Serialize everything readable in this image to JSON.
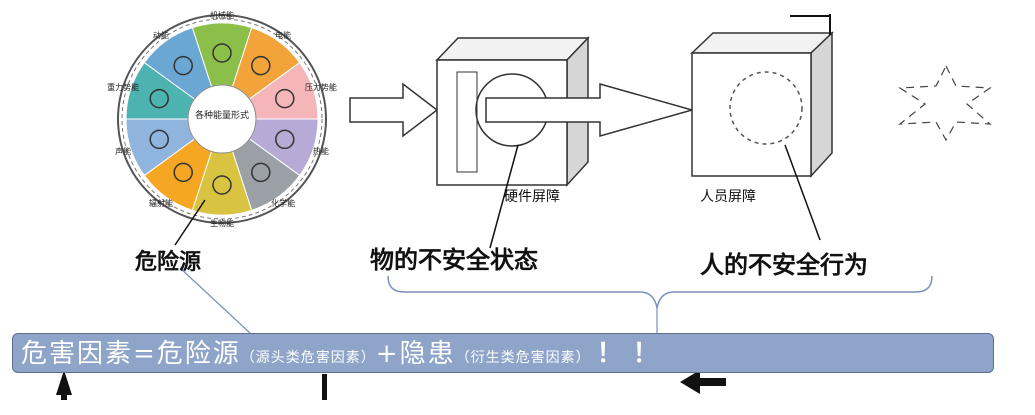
{
  "wheel": {
    "center": "各种能量形式",
    "segments": [
      {
        "label": "机械能",
        "color": "#8bbf4a"
      },
      {
        "label": "电能",
        "color": "#f2a33a"
      },
      {
        "label": "压力势能",
        "color": "#f4b6b8"
      },
      {
        "label": "热能",
        "color": "#b8aad6"
      },
      {
        "label": "化学能",
        "color": "#9aa0a6"
      },
      {
        "label": "生物能",
        "color": "#d9c441"
      },
      {
        "label": "辐射能",
        "color": "#f5a623"
      },
      {
        "label": "声能",
        "color": "#8fb5df"
      },
      {
        "label": "重力势能",
        "color": "#4cb3b0"
      },
      {
        "label": "动能",
        "color": "#6aa7d3"
      }
    ]
  },
  "labels": {
    "hazard_source": "危险源",
    "hardware_barrier": "硬件屏障",
    "human_barrier": "人员屏障",
    "unsafe_state": "物的不安全状态",
    "unsafe_behavior": "人的不安全行为"
  },
  "banner": {
    "part1": "危害因素=危险源",
    "part2": "（源头类危害因素）",
    "part3": "+隐患",
    "part4": "（衍生类危害因素）",
    "part5": "！！"
  },
  "colors": {
    "banner_bg": "#8ea4c8",
    "banner_text": "#ffffff"
  }
}
